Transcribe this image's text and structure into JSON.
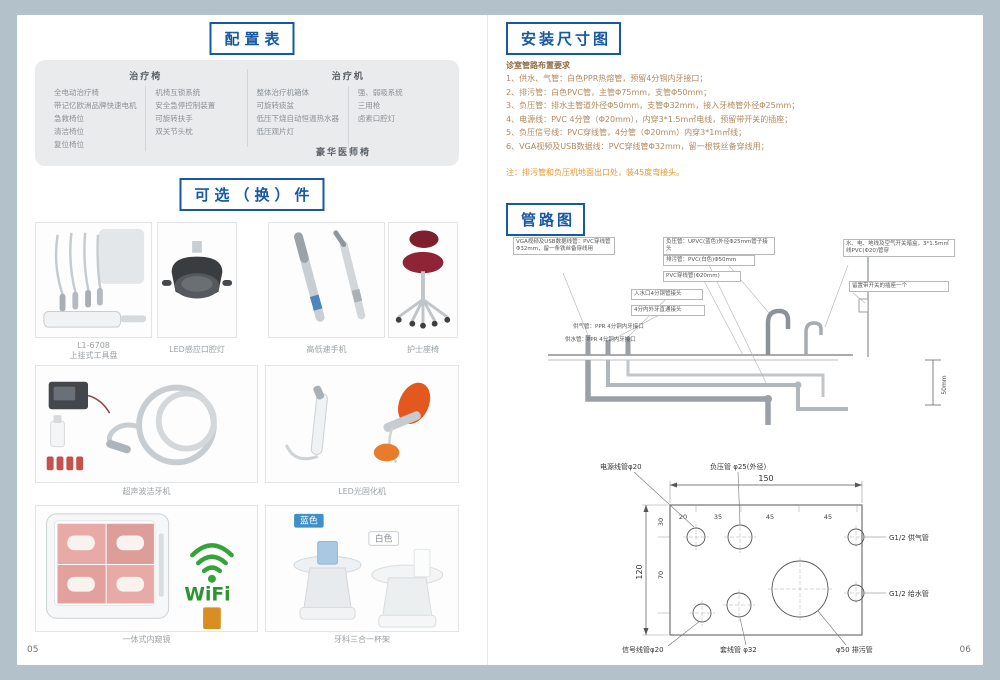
{
  "left_page": {
    "page_number": "05",
    "config": {
      "title": "配置表",
      "chair_header": "治疗椅",
      "chair_col1": [
        "全电动治疗椅",
        "带记忆欧洲品牌快速电机",
        "急救椅位",
        "清洁椅位",
        "复位椅位"
      ],
      "chair_col2": [
        "机椅互锁系统",
        "安全急停控制装置",
        "可旋转扶手",
        "双关节头枕"
      ],
      "unit_header": "治疗机",
      "unit_col1": [
        "整体治疗机箱体",
        "可旋转痰盆",
        "低压下烧自动恒温热水器",
        "低压观片灯"
      ],
      "unit_col2": [
        "强、弱吸系统",
        "三用枪",
        "卤素口腔灯"
      ],
      "footer": "豪华医师椅"
    },
    "optional": {
      "title": "可选（换）件",
      "captions": {
        "tool_tray_model": "L1-6708",
        "tool_tray": "上挂式工具盘",
        "led_lamp": "LED感应口腔灯",
        "handpiece": "高低速手机",
        "nurse_chair": "护士座椅",
        "scaler": "超声波洁牙机",
        "curing_light": "LED光固化机",
        "endoscope": "一体式内窥镜",
        "cup_holder": "牙科三合一杯架"
      },
      "cup_holder_labels": {
        "blue": "蓝色",
        "white": "白色"
      },
      "wifi_text": "WiFi"
    }
  },
  "right_page": {
    "page_number": "06",
    "install": {
      "title": "安装尺寸图",
      "subtitle": "诊室管路布置要求",
      "rules": [
        "1、供水、气管：白色PPR热熔管，预留4分铜内牙接口；",
        "2、排污管：白色PVC管，主管Φ75mm，支管Φ50mm；",
        "3、负压管：排水主管道外径Φ50mm，支管Φ32mm，接入牙椅管外径Φ25mm；",
        "4、电源线：PVC 4分管（Φ20mm），内穿3*1.5m㎡电线，预留带开关的插座；",
        "5、负压信号线：PVC穿线管，4分管（Φ20mm）内穿3*1m㎡线；",
        "6、VGA视频及USB数据线：PVC穿线管Φ32mm，留一根铁丝备穿线用；"
      ],
      "note": "注：排污管和负压机地面出口处，装45度弯接头。"
    },
    "piping": {
      "title": "管路图",
      "labels": {
        "vga": "VGA视频及USB数据线管：PVC穿线管Φ32mm，留一条铁丝备穿线用",
        "vacuum": "负压管：UPVC(蓝色)外径Φ25mm管子接头",
        "drain": "排污管：PVC(白色)Φ50mm",
        "conduit": "PVC穿线管(Φ20mm)",
        "inlet": "入水口4分铜管接头",
        "adapter": "4分内外牙直通接头",
        "air": "供气管：PPR 4分铜内牙接口",
        "water": "供水管：PPR 4分铜内牙接口",
        "power": "水、电、地线及空气开关暗盒，3*1.5m㎡线PVC(Φ20)管穿",
        "socket": "留置带开关的插座一个",
        "dim": "50mm"
      }
    },
    "floor_plan": {
      "labels": {
        "power": "电源线管φ20",
        "vacuum": "负压管 φ25(外径)",
        "air": "G1/2 供气管",
        "water": "G1/2 给水管",
        "signal": "信号线管φ20",
        "sleeve": "套线管 φ32",
        "drain": "φ50 排污管"
      },
      "dims": {
        "width": "150",
        "height": "120",
        "d20": "20",
        "d35": "35",
        "d45a": "45",
        "d45b": "45",
        "d30": "30",
        "d70": "70"
      }
    }
  }
}
